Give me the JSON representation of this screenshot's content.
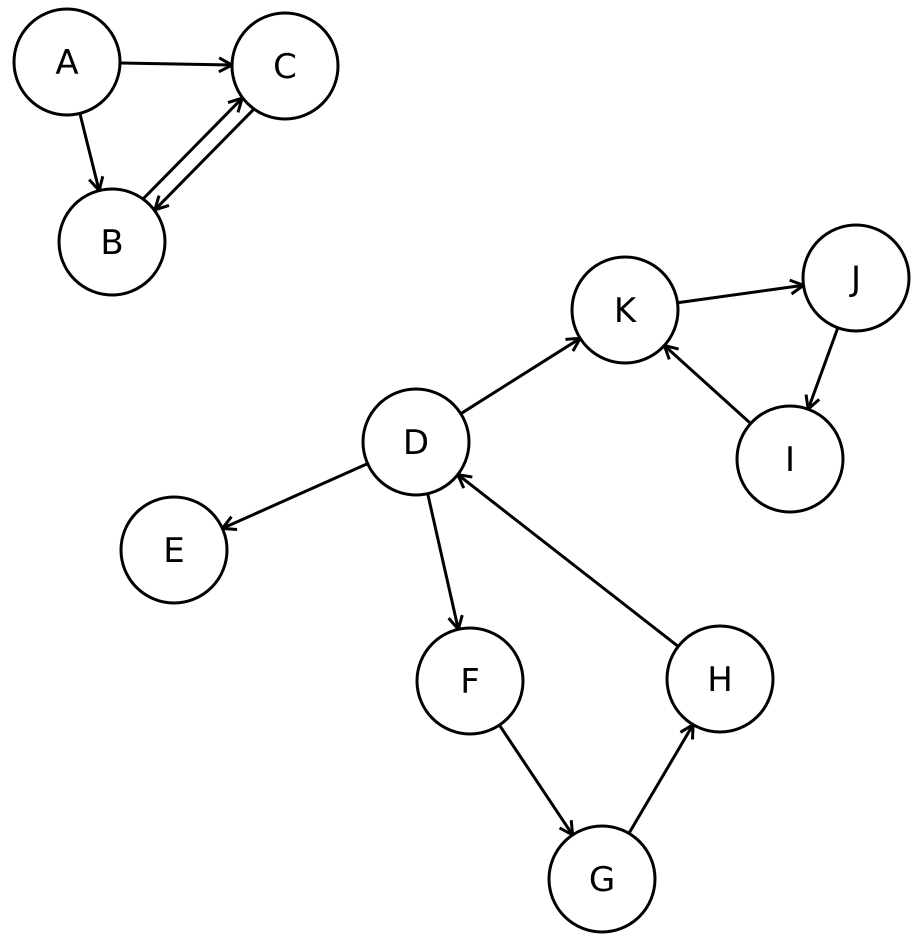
{
  "graph": {
    "nodes": [
      {
        "id": "A",
        "label": "A"
      },
      {
        "id": "B",
        "label": "B"
      },
      {
        "id": "C",
        "label": "C"
      },
      {
        "id": "D",
        "label": "D"
      },
      {
        "id": "E",
        "label": "E"
      },
      {
        "id": "F",
        "label": "F"
      },
      {
        "id": "G",
        "label": "G"
      },
      {
        "id": "H",
        "label": "H"
      },
      {
        "id": "I",
        "label": "I"
      },
      {
        "id": "J",
        "label": "J"
      },
      {
        "id": "K",
        "label": "K"
      }
    ],
    "edges": [
      {
        "from": "A",
        "to": "C"
      },
      {
        "from": "A",
        "to": "B"
      },
      {
        "from": "B",
        "to": "C"
      },
      {
        "from": "C",
        "to": "B"
      },
      {
        "from": "D",
        "to": "K"
      },
      {
        "from": "K",
        "to": "J"
      },
      {
        "from": "J",
        "to": "I"
      },
      {
        "from": "I",
        "to": "K"
      },
      {
        "from": "D",
        "to": "E"
      },
      {
        "from": "D",
        "to": "F"
      },
      {
        "from": "F",
        "to": "G"
      },
      {
        "from": "G",
        "to": "H"
      },
      {
        "from": "H",
        "to": "D"
      }
    ]
  }
}
